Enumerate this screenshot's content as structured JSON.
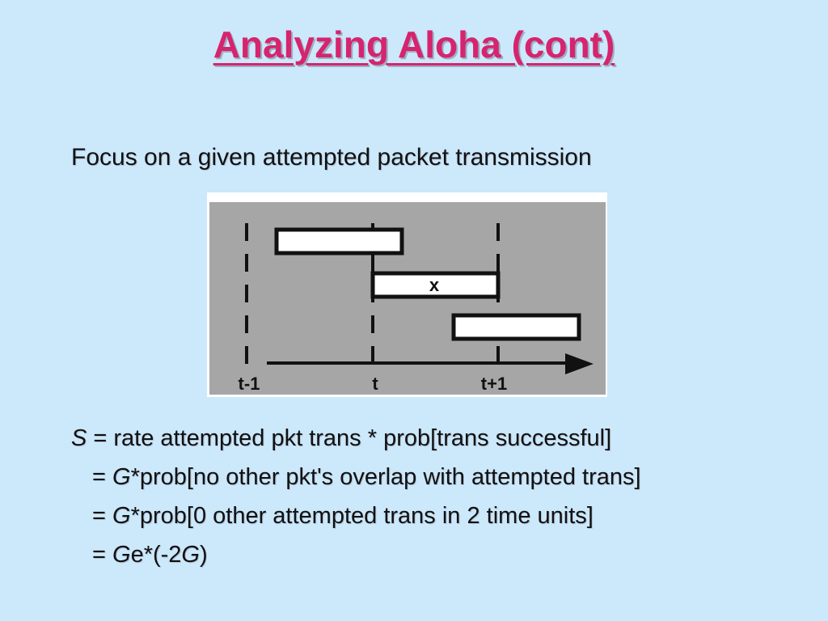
{
  "slide": {
    "title": "Analyzing Aloha (cont)",
    "intro": "Focus on a given attempted packet transmission"
  },
  "diagram": {
    "tick_labels": [
      "t-1",
      "t",
      "t+1"
    ],
    "packet_label": "x"
  },
  "equations": {
    "line1": {
      "var": "S",
      "text": " = rate attempted pkt trans * prob[trans successful]"
    },
    "line2": {
      "prefix": "= ",
      "var": "G",
      "text": "*prob[no other pkt's overlap with attempted trans]"
    },
    "line3": {
      "prefix": "= ",
      "var": "G",
      "text": "*prob[0 other attempted trans in 2 time units]"
    },
    "line4": {
      "prefix": "= ",
      "var": "G",
      "mid": "e*(-2",
      "var2": "G",
      "suffix": ")"
    }
  },
  "colors": {
    "background": "#cce8fb",
    "title": "#d6246e",
    "diagram_bg": "#a6a6a6"
  }
}
